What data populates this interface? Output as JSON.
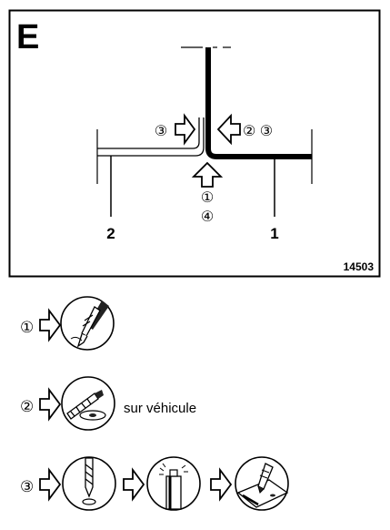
{
  "panel": {
    "letter": "E",
    "figure_number": "14503",
    "part_labels": {
      "left": "2",
      "right": "1"
    },
    "callouts": {
      "left_arrow": "③",
      "right_arrow": "② ③",
      "bottom_arrow_top": "①",
      "bottom_arrow_bottom": "④"
    }
  },
  "legend": {
    "step1": {
      "marker": "①",
      "caption": ""
    },
    "step2": {
      "marker": "②",
      "caption": "sur véhicule"
    },
    "step3": {
      "marker": "③",
      "caption": ""
    }
  },
  "icons": [
    "cutting-tool-icon",
    "spot-weld-drill-icon",
    "drill-bit-icon",
    "spray-can-icon",
    "sealant-brush-icon"
  ]
}
